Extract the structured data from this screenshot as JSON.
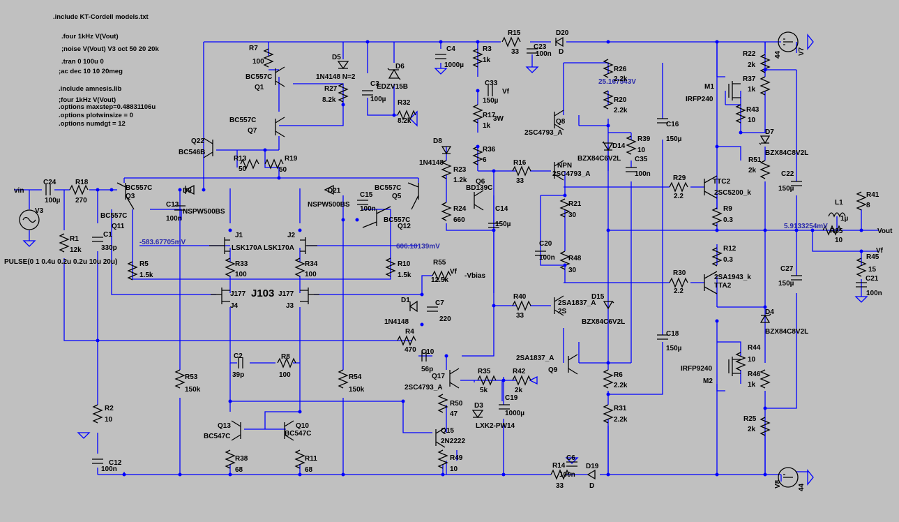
{
  "directives": [
    ".include KT-Cordell models.txt",
    ".four 1kHz V(Vout)",
    ";noise V(Vout) V3 oct 50 20 20k",
    ".tran 0 100u 0",
    ";ac dec 10 10 20meg",
    ".include amnesis.lib",
    ";four 1kHz V(Vout)",
    ".options maxstep=0.48831106u",
    ".options plotwinsize = 0",
    ".options numdgt = 12"
  ],
  "voltages": {
    "v1": "-583.67705mV",
    "v2": "606.10139mV",
    "v3": "25.167543V",
    "v4": "5.9133254mV"
  },
  "title_label": "J103",
  "nets": {
    "vin": "vin",
    "vout": "Vout",
    "vf1": "Vf",
    "vf2": "Vf",
    "vf3": "Vf",
    "vbias": "-Vbias",
    "v7": "V7",
    "v8": "V8"
  },
  "source_spec": "PULSE(0 1 0.4u 0.2u 0.2u 10u 20u)",
  "labels": [
    "R7",
    "100",
    "BC557C",
    "Q1",
    "BC557C",
    "Q7",
    "Q22",
    "BC546B",
    "R13",
    "50",
    "R19",
    "50",
    "D5",
    "1N4148 N=2",
    "R27",
    "8.2k",
    "C3",
    "100µ",
    "D6",
    "EDZV15B",
    "R32",
    "8.2k",
    "C4",
    "1000µ",
    "R3",
    "1k",
    "R15",
    "33",
    "C23",
    "100n",
    "D20",
    "D",
    "C33",
    "150µ",
    "R17",
    "1k",
    "3W",
    "D8",
    "1N4148",
    "R23",
    "1.2k",
    "R36",
    "6",
    "Q6",
    "BD139C",
    "R16",
    "33",
    "R24",
    "660",
    "C14",
    "150µ",
    "C24",
    "100µ",
    "R18",
    "270",
    "BC557C",
    "Q3",
    "C13",
    "100n",
    "D9",
    "NSPW500BS",
    "BC557C",
    "Q11",
    "C1",
    "330p",
    "R1",
    "12k",
    "V3",
    "J1",
    "LSK170A",
    "LSK170A",
    "J2",
    "D21",
    "NSPW500BS",
    "C15",
    "100n",
    "BC557C",
    "Q5",
    "BC557C",
    "Q12",
    "R5",
    "1.5k",
    "R33",
    "100",
    "R34",
    "100",
    "R10",
    "1.5k",
    "R55",
    "12.5k",
    "J177",
    "J177",
    "J4",
    "J3",
    "D1",
    "C7",
    "220",
    "1N4148",
    "R4",
    "470",
    "R53",
    "150k",
    "C2",
    "39p",
    "R8",
    "100",
    "R54",
    "150k",
    "C10",
    "56p",
    "Q17",
    "2SC4793_A",
    "R35",
    "5k",
    "R42",
    "2k",
    "R50",
    "47",
    "D3",
    "LXK2-PW14",
    "C19",
    "1000µ",
    "Q15",
    "2N2222",
    "R49",
    "10",
    "R2",
    "10",
    "C12",
    "100n",
    "Q13",
    "BC547C",
    "Q10",
    "BC547C",
    "R38",
    "68",
    "R11",
    "68",
    "R14",
    "33",
    "C6",
    "100n",
    "D19",
    "D",
    "Q8",
    "2SC4793_A",
    "R26",
    "2.2k",
    "R20",
    "2.2k",
    "R39",
    "10",
    "D14",
    "BZX84C6V2L",
    "C35",
    "100n",
    "NPN",
    "2SC4793_A",
    "R21",
    "30",
    "C20",
    "100n",
    "R48",
    "30",
    "R40",
    "33",
    "2SA1837_A",
    "2S",
    "D15",
    "BZX84C6V2L",
    "2SA1837_A",
    "Q9",
    "R6",
    "2.2k",
    "R31",
    "2.2k",
    "C16",
    "150µ",
    "C18",
    "150µ",
    "R29",
    "2.2",
    "TTC2",
    "2SC5200_k",
    "R9",
    "0.3",
    "R12",
    "0.3",
    "R30",
    "2.2",
    "2SA1943_k",
    "TTA2",
    "M1",
    "IRFP240",
    "R43",
    "10",
    "D7",
    "BZX84C8V2L",
    "R51",
    "2k",
    "R22",
    "2k",
    "R37",
    "1k",
    "C22",
    "150µ",
    "L1",
    "1µ",
    "R85",
    "10",
    "R41",
    "8",
    "R45",
    "15",
    "C21",
    "100n",
    "C27",
    "150µ",
    "D4",
    "BZX84C8V2L",
    "R44",
    "10",
    "IRFP9240",
    "M2",
    "R46",
    "1k",
    "R25",
    "2k",
    "44",
    "44"
  ]
}
